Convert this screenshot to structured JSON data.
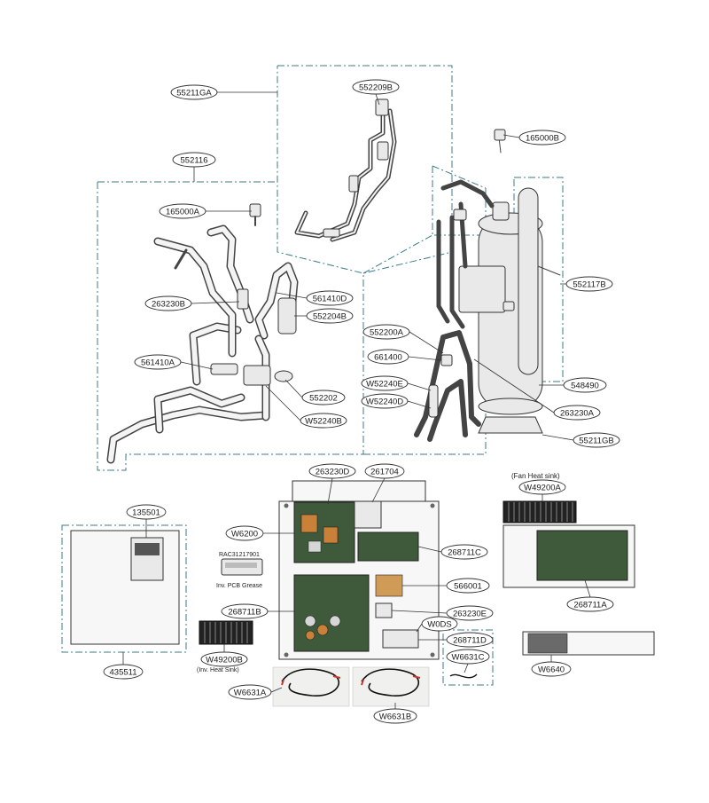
{
  "labels": {
    "l_55211GA": "55211GA",
    "l_552209B": "552209B",
    "l_165000B": "165000B",
    "l_552116": "552116",
    "l_165000A": "165000A",
    "l_263230B": "263230B",
    "l_561410D": "561410D",
    "l_552204B": "552204B",
    "l_552117B": "552117B",
    "l_552200A": "552200A",
    "l_661400": "661400",
    "l_561410A": "561410A",
    "l_W52240E": "W52240E",
    "l_W52240D": "W52240D",
    "l_552202": "552202",
    "l_548490": "548490",
    "l_263230A": "263230A",
    "l_W52240B": "W52240B",
    "l_55211GB": "55211GB",
    "l_263230D": "263230D",
    "l_261704": "261704",
    "l_W49200A": "W49200A",
    "l_135501": "135501",
    "l_W6200": "W6200",
    "l_268711C": "268711C",
    "l_566001": "566001",
    "l_268711B": "268711B",
    "l_263230E": "263230E",
    "l_W0DS": "W0DS",
    "l_268711A": "268711A",
    "l_268711D": "268711D",
    "l_W6631C": "W6631C",
    "l_W49200B": "W49200B",
    "l_W6640": "W6640",
    "l_435511": "435511",
    "l_W6631A": "W6631A",
    "l_W6631B": "W6631B"
  },
  "notes": {
    "fan_heat_sink": "(Fan Heat sink)",
    "pcb_grease_code": "RAC31217901",
    "pcb_grease": "Inv. PCB Grease",
    "inv_heat_sink": "(Inv. Heat Sink)"
  }
}
